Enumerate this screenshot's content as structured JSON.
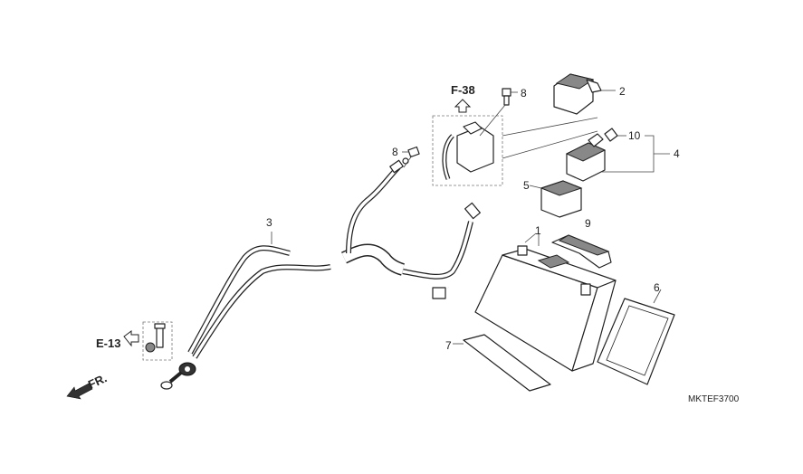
{
  "callouts": {
    "battery": "1",
    "cover": "2",
    "harness": "3",
    "relay_assembly": "4",
    "relay": "5",
    "battery_case": "6",
    "pad": "7",
    "bolt_a": "8",
    "bolt_b": "8",
    "bracket": "9",
    "fuse": "10"
  },
  "references": {
    "top": "F-38",
    "left": "E-13"
  },
  "direction": "FR.",
  "diagram_code": "MKTEF3700"
}
